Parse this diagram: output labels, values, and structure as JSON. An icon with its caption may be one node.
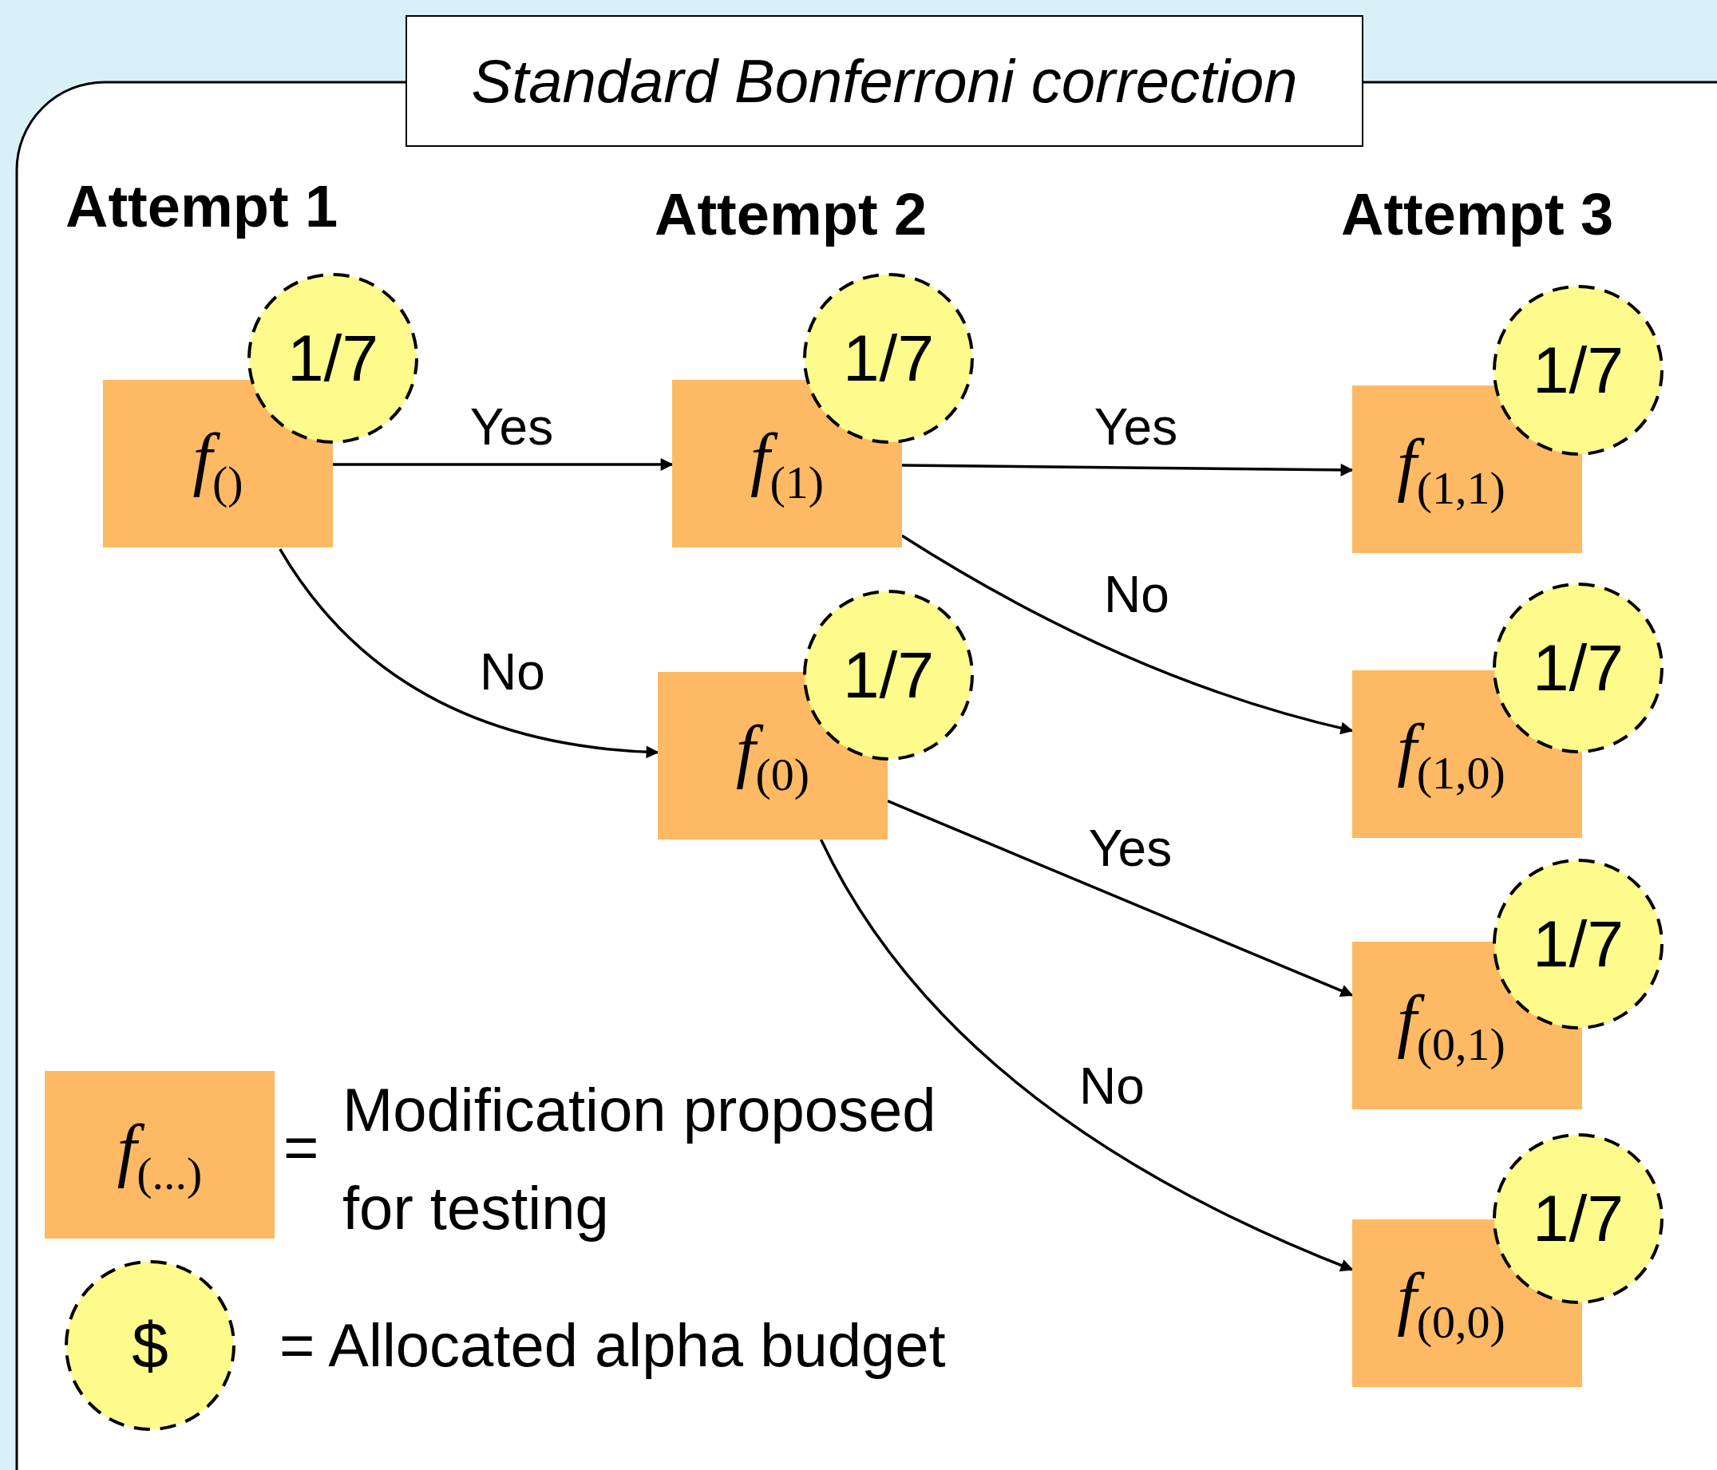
{
  "diagram": {
    "title": "Standard Bonferroni correction",
    "nodes": [
      {
        "text": [
          "*f*$_{()}$"
        ]
      },
      {
        "text": [
          "1/7"
        ]
      },
      {
        "text": [
          "*f*$_{(1)}$"
        ]
      },
      {
        "text": [
          "1/7"
        ]
      },
      {
        "text": [
          "*f*$_{(1,1)}$"
        ]
      },
      {
        "text": [
          "1/7"
        ]
      },
      {
        "text": [
          "*f*$_{(1,0)}$"
        ]
      },
      {
        "text": [
          "1/7"
        ]
      },
      {
        "text": [
          "*f*$_{(0)}$"
        ]
      },
      {
        "text": [
          "1/7"
        ]
      },
      {
        "text": [
          "*f*$_{(0,1)}$"
        ]
      },
      {
        "text": [
          "1/7"
        ]
      },
      {
        "text": [
          "*f*$_{(0,0)}$"
        ]
      },
      {
        "text": [
          "1/7"
        ]
      },
      {
        "text": [
          "*f*$_{(...)}$"
        ]
      },
      {
        "text": [
          "$"
        ]
      }
    ],
    "edges": [
      {
        "from": 0,
        "to": 2,
        "arrow": "to",
        "label": "Yes"
      },
      {
        "from": 0,
        "to": 8,
        "arrow": "to",
        "label": "No"
      },
      {
        "from": 2,
        "to": 4,
        "arrow": "to",
        "label": "Yes"
      },
      {
        "from": 2,
        "to": 6,
        "arrow": "to",
        "label": "No"
      },
      {
        "from": 8,
        "to": 10,
        "arrow": "to",
        "label": "Yes"
      },
      {
        "from": 8,
        "to": 12,
        "arrow": "to",
        "label": "No"
      }
    ],
    "labels": [
      "Attempt 1",
      "Attempt 2",
      "Attempt 3",
      "=",
      "Modification proposed for testing",
      "= Allocated alpha budget"
    ]
  }
}
